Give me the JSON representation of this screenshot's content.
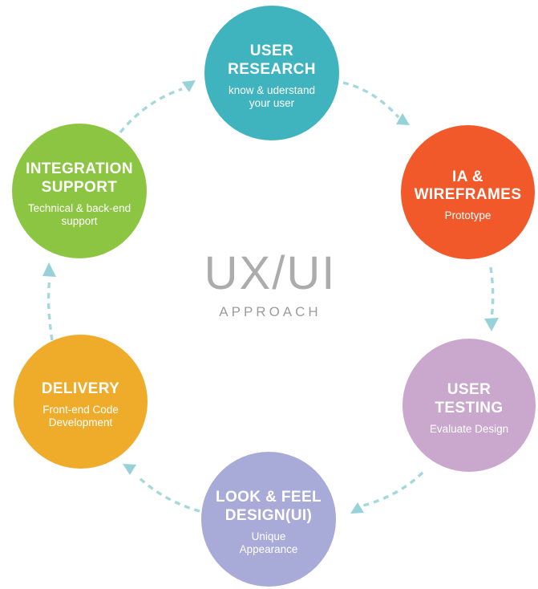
{
  "center": {
    "title": "UX/UI",
    "subtitle": "APPROACH"
  },
  "steps": [
    {
      "id": "user-research",
      "title": "USER RESEARCH",
      "subtitle": "know & uderstand your user",
      "color": "#3fb4bf"
    },
    {
      "id": "ia-wireframes",
      "title": "IA & WIREFRAMES",
      "subtitle": "Prototype",
      "color": "#f1592b"
    },
    {
      "id": "user-testing",
      "title": "USER TESTING",
      "subtitle": "Evaluate Design",
      "color": "#caa7cd"
    },
    {
      "id": "look-feel-design",
      "title": "LOOK & FEEL DESIGN(UI)",
      "subtitle": "Unique Appearance",
      "color": "#a8abd8"
    },
    {
      "id": "delivery",
      "title": "DELIVERY",
      "subtitle": "Front-end Code Development",
      "color": "#efac2b"
    },
    {
      "id": "integration-support",
      "title": "INTEGRATION SUPPORT",
      "subtitle": "Technical & back-end support",
      "color": "#8cc541"
    }
  ],
  "arrows": {
    "dash_color": "#a5d8dc",
    "head_color": "#97d2d8"
  }
}
